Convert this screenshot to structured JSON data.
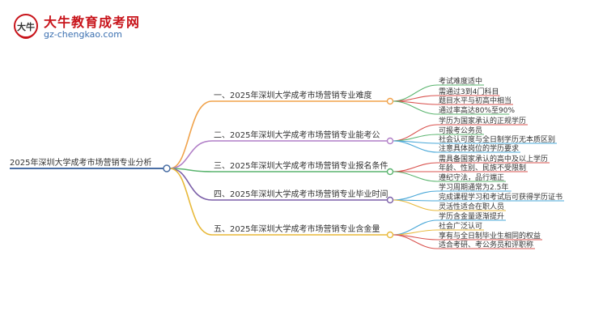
{
  "header": {
    "brand_name": "大牛教育成考网",
    "site_url": "gz-chengkao.com",
    "logo_glyph": "大牛",
    "brand_color": "#c8141b",
    "url_color": "#3a6fb0"
  },
  "mindmap": {
    "root": {
      "label": "2025年深圳大学成考市场营销专业分析",
      "color": "#4a6fa5"
    },
    "branches": [
      {
        "label": "一、2025年深圳大学成考市场营销专业难度",
        "color": "#f0a24a",
        "leaves": [
          {
            "label": "考试难度适中",
            "color": "#5ab46e"
          },
          {
            "label": "需通过3到4门科目",
            "color": "#d9534f"
          },
          {
            "label": "题目水平与初高中相当",
            "color": "#d9534f"
          },
          {
            "label": "通过率高达80%至90%",
            "color": "#5ab46e"
          }
        ]
      },
      {
        "label": "二、2025年深圳大学成考市场营销专业能考公",
        "color": "#b17fc7",
        "leaves": [
          {
            "label": "学历为国家承认的正规学历",
            "color": "#d9534f"
          },
          {
            "label": "可报考公务员",
            "color": "#5ab46e"
          },
          {
            "label": "社会认可度与全日制学历无本质区别",
            "color": "#4aa8d8"
          },
          {
            "label": "注意具体岗位的学历要求",
            "color": "#4aa8d8"
          }
        ]
      },
      {
        "label": "三、2025年深圳大学成考市场营销专业报名条件",
        "color": "#5ab46e",
        "leaves": [
          {
            "label": "需具备国家承认的高中及以上学历",
            "color": "#d9534f"
          },
          {
            "label": "年龄、性别、民族不受限制",
            "color": "#d9534f"
          },
          {
            "label": "遵纪守法，品行端正",
            "color": "#5ab46e"
          }
        ]
      },
      {
        "label": "四、2025年深圳大学成考市场营销专业毕业时间",
        "color": "#7b5fa8",
        "leaves": [
          {
            "label": "学习周期通常为2.5年",
            "color": "#4aa8d8"
          },
          {
            "label": "完成课程学习和考试后可获得学历证书",
            "color": "#4aa8d8"
          },
          {
            "label": "灵活性适合在职人员",
            "color": "#e8b93a"
          }
        ]
      },
      {
        "label": "五、2025年深圳大学成考市场营销专业含金量",
        "color": "#e8b93a",
        "leaves": [
          {
            "label": "学历含金量逐渐提升",
            "color": "#4aa8d8"
          },
          {
            "label": "社会广泛认可",
            "color": "#e8b93a"
          },
          {
            "label": "享有与全日制毕业生相同的权益",
            "color": "#d9534f"
          },
          {
            "label": "适合考研、考公务员和评职称",
            "color": "#d9534f"
          }
        ]
      }
    ]
  }
}
